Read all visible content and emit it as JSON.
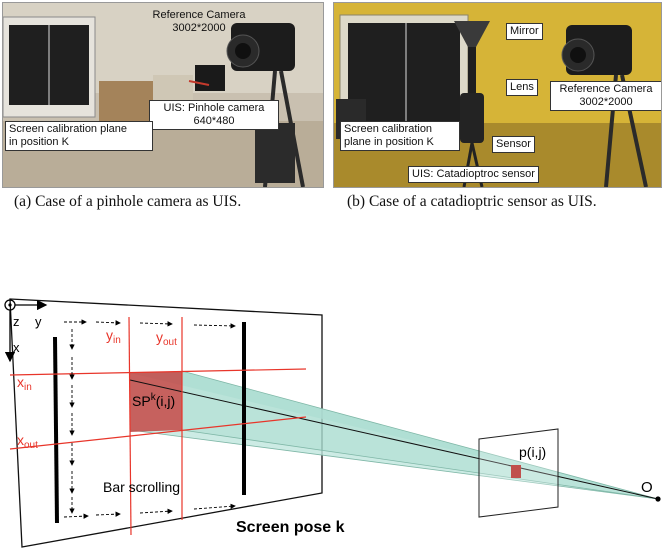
{
  "figure": {
    "panel_a": {
      "caption": "(a)  Case of a pinhole camera as UIS.",
      "labels": {
        "reference_camera": "Reference Camera",
        "reference_camera_res": "3002*2000",
        "uis_pinhole": "UIS: Pinhole camera",
        "uis_pinhole_res": "640*480",
        "screen_plane_line1": "Screen calibration plane",
        "screen_plane_line2": "in position K"
      }
    },
    "panel_b": {
      "caption": "(b)  Case of a catadioptric sensor as UIS.",
      "labels": {
        "mirror": "Mirror",
        "lens": "Lens",
        "reference_camera": "Reference Camera",
        "reference_camera_res": "3002*2000",
        "screen_plane_line1": "Screen calibration",
        "screen_plane_line2": "plane in position K",
        "sensor": "Sensor",
        "uis_catadioptric": "UIS: Catadioptroc sensor"
      }
    },
    "diagram": {
      "axis_z": "z",
      "axis_y": "y",
      "axis_x": "x",
      "y_in": "y",
      "y_in_sub": "in",
      "y_out": "y",
      "y_out_sub": "out",
      "x_in": "x",
      "x_in_sub": "in",
      "x_out": "x",
      "x_out_sub": "out",
      "sp_label": "SP",
      "sp_sup": "k",
      "sp_args": "(i,j)",
      "bar_scrolling": "Bar  scrolling",
      "screen_pose": "Screen pose k",
      "pixel_label": "p(i,j)",
      "origin": "O",
      "colors": {
        "red": "#e8352a",
        "cone_fill": "#bfe6dd",
        "sp_fill": "#c0504d"
      }
    }
  }
}
